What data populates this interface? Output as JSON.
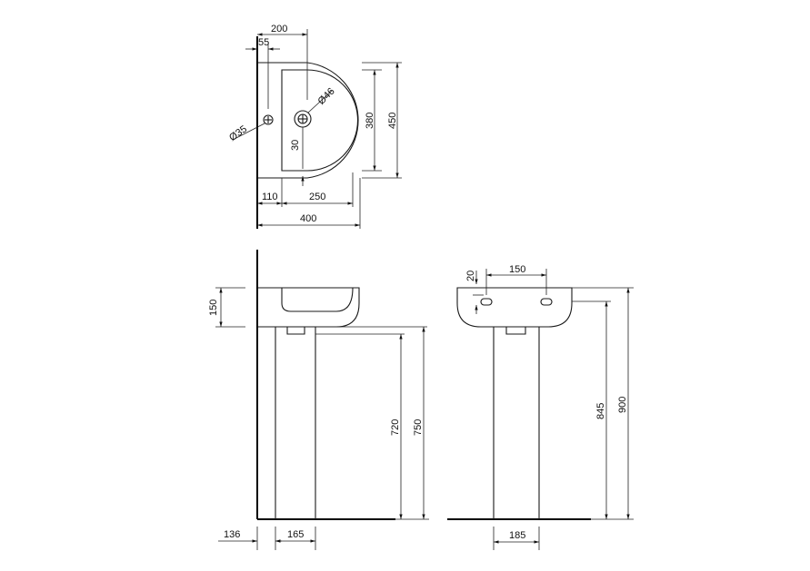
{
  "plan_view": {
    "dim_200": "200",
    "dim_55": "55",
    "dim_phi46": "Ø46",
    "dim_phi35": "Ø35",
    "dim_380": "380",
    "dim_450": "450",
    "dim_30": "30",
    "dim_110": "110",
    "dim_250": "250",
    "dim_400": "400"
  },
  "side_view": {
    "dim_150": "150",
    "dim_720": "720",
    "dim_750": "750",
    "dim_136": "136",
    "dim_165": "165"
  },
  "front_view": {
    "dim_20": "20",
    "dim_150": "150",
    "dim_845": "845",
    "dim_900": "900",
    "dim_185": "185"
  }
}
